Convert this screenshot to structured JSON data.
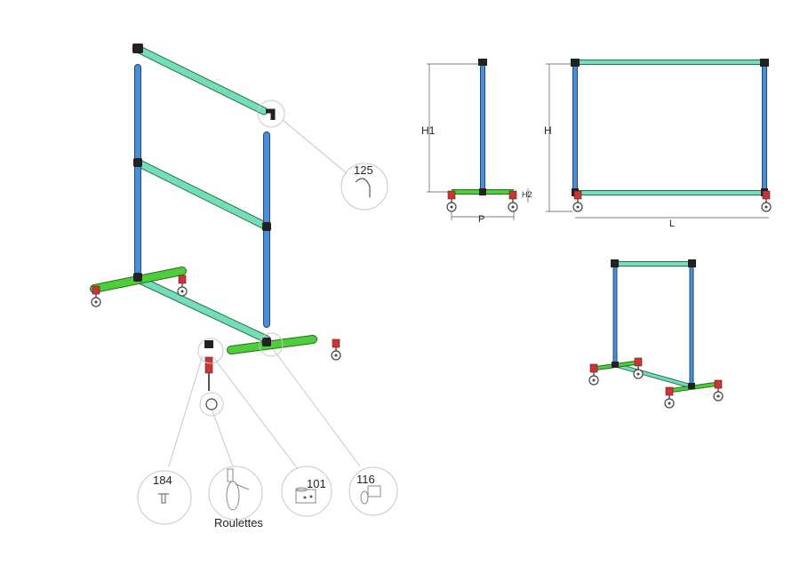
{
  "labels": {
    "part_125": "125",
    "part_184": "184",
    "part_roulettes": "Roulettes",
    "part_101": "101",
    "part_116": "116",
    "dim_h1": "H1",
    "dim_h2": "H2",
    "dim_p": "P",
    "dim_h": "H",
    "dim_l": "L"
  },
  "colors": {
    "upright": "#4a8ed8",
    "rail": "#72e0b4",
    "base": "#4ccf38",
    "joint": "#222222",
    "caster_mount": "#d23232"
  }
}
